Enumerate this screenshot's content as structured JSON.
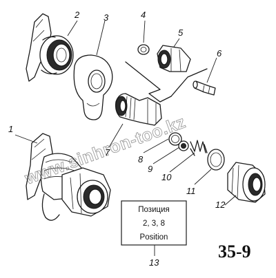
{
  "figure_id": "35-9",
  "watermark": "www.sinhron-too.kz",
  "position_box": {
    "line1": "Позиция",
    "line2": "2, 3, 8",
    "line3": "Position"
  },
  "callouts": [
    {
      "id": "1",
      "text": "1"
    },
    {
      "id": "2",
      "text": "2"
    },
    {
      "id": "3",
      "text": "3"
    },
    {
      "id": "4",
      "text": "4"
    },
    {
      "id": "5",
      "text": "5"
    },
    {
      "id": "6",
      "text": "6"
    },
    {
      "id": "7",
      "text": "7"
    },
    {
      "id": "8",
      "text": "8"
    },
    {
      "id": "9",
      "text": "9"
    },
    {
      "id": "10",
      "text": "10"
    },
    {
      "id": "11",
      "text": "11"
    },
    {
      "id": "12",
      "text": "12"
    },
    {
      "id": "13",
      "text": "13"
    }
  ]
}
